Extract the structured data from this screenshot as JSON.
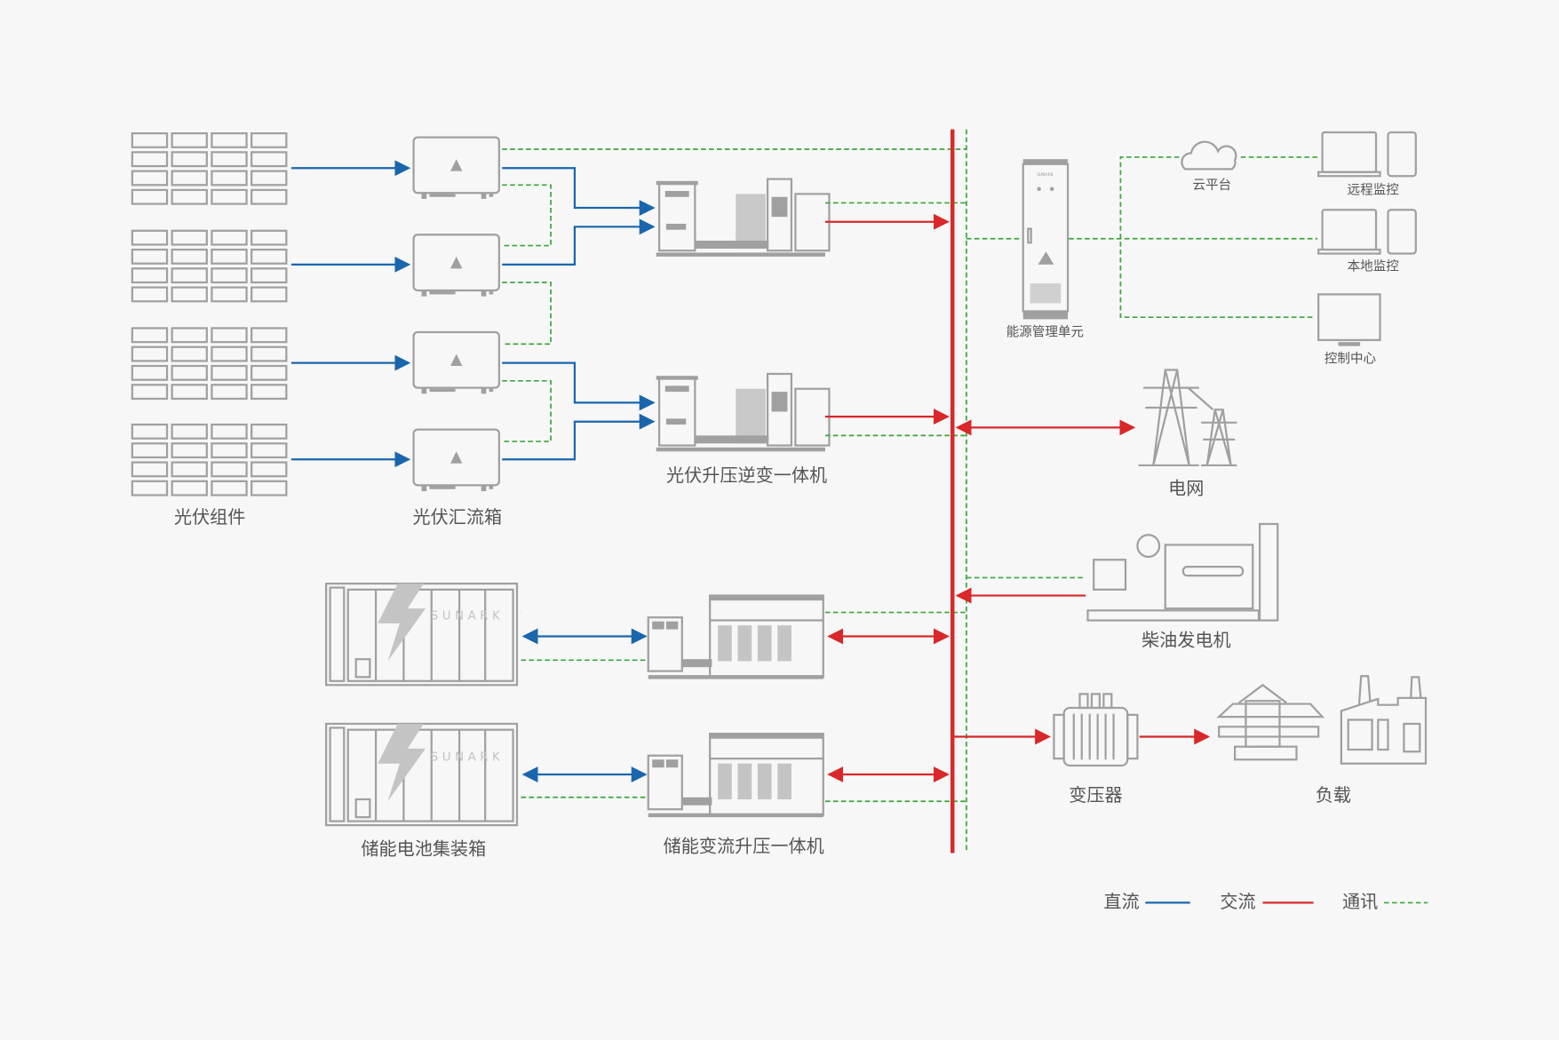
{
  "labels": {
    "pv_modules": "光伏组件",
    "pv_combiner": "光伏汇流箱",
    "pv_inverter_station": "光伏升压逆变一体机",
    "ems": "能源管理单元",
    "cloud": "云平台",
    "remote_monitor": "远程监控",
    "local_monitor": "本地监控",
    "control_center": "控制中心",
    "grid": "电网",
    "diesel_generator": "柴油发电机",
    "battery_container": "储能电池集装箱",
    "pcs_station": "储能变流升压一体机",
    "transformer": "变压器",
    "load": "负载",
    "brand": "SUNARK"
  },
  "legend": [
    {
      "label": "直流",
      "type": "dc",
      "color": "#1a66ad"
    },
    {
      "label": "交流",
      "type": "ac",
      "color": "#d9272a"
    },
    {
      "label": "通讯",
      "type": "comm",
      "color": "#3aa53a"
    }
  ],
  "colors": {
    "dc": "#1a66ad",
    "ac": "#d9272a",
    "comm": "#3aa53a",
    "equipment": "#a0a0a0"
  }
}
